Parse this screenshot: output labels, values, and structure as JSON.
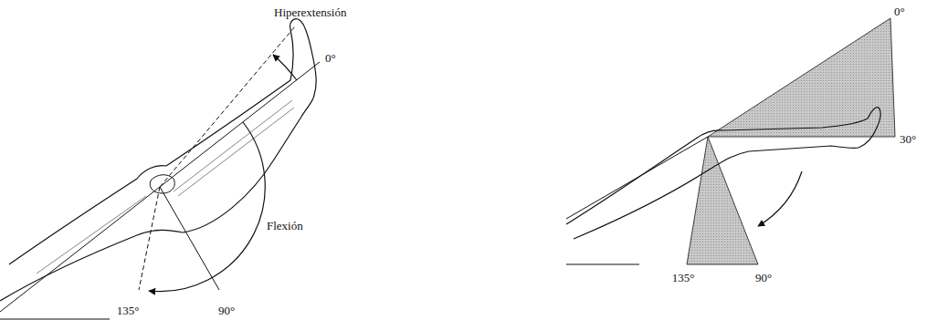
{
  "diagram": {
    "labels": [
      "Hiperextensión",
      "0°",
      "Flexión",
      "135°",
      "90°",
      "0°",
      "30°",
      "135°",
      "90°"
    ]
  }
}
